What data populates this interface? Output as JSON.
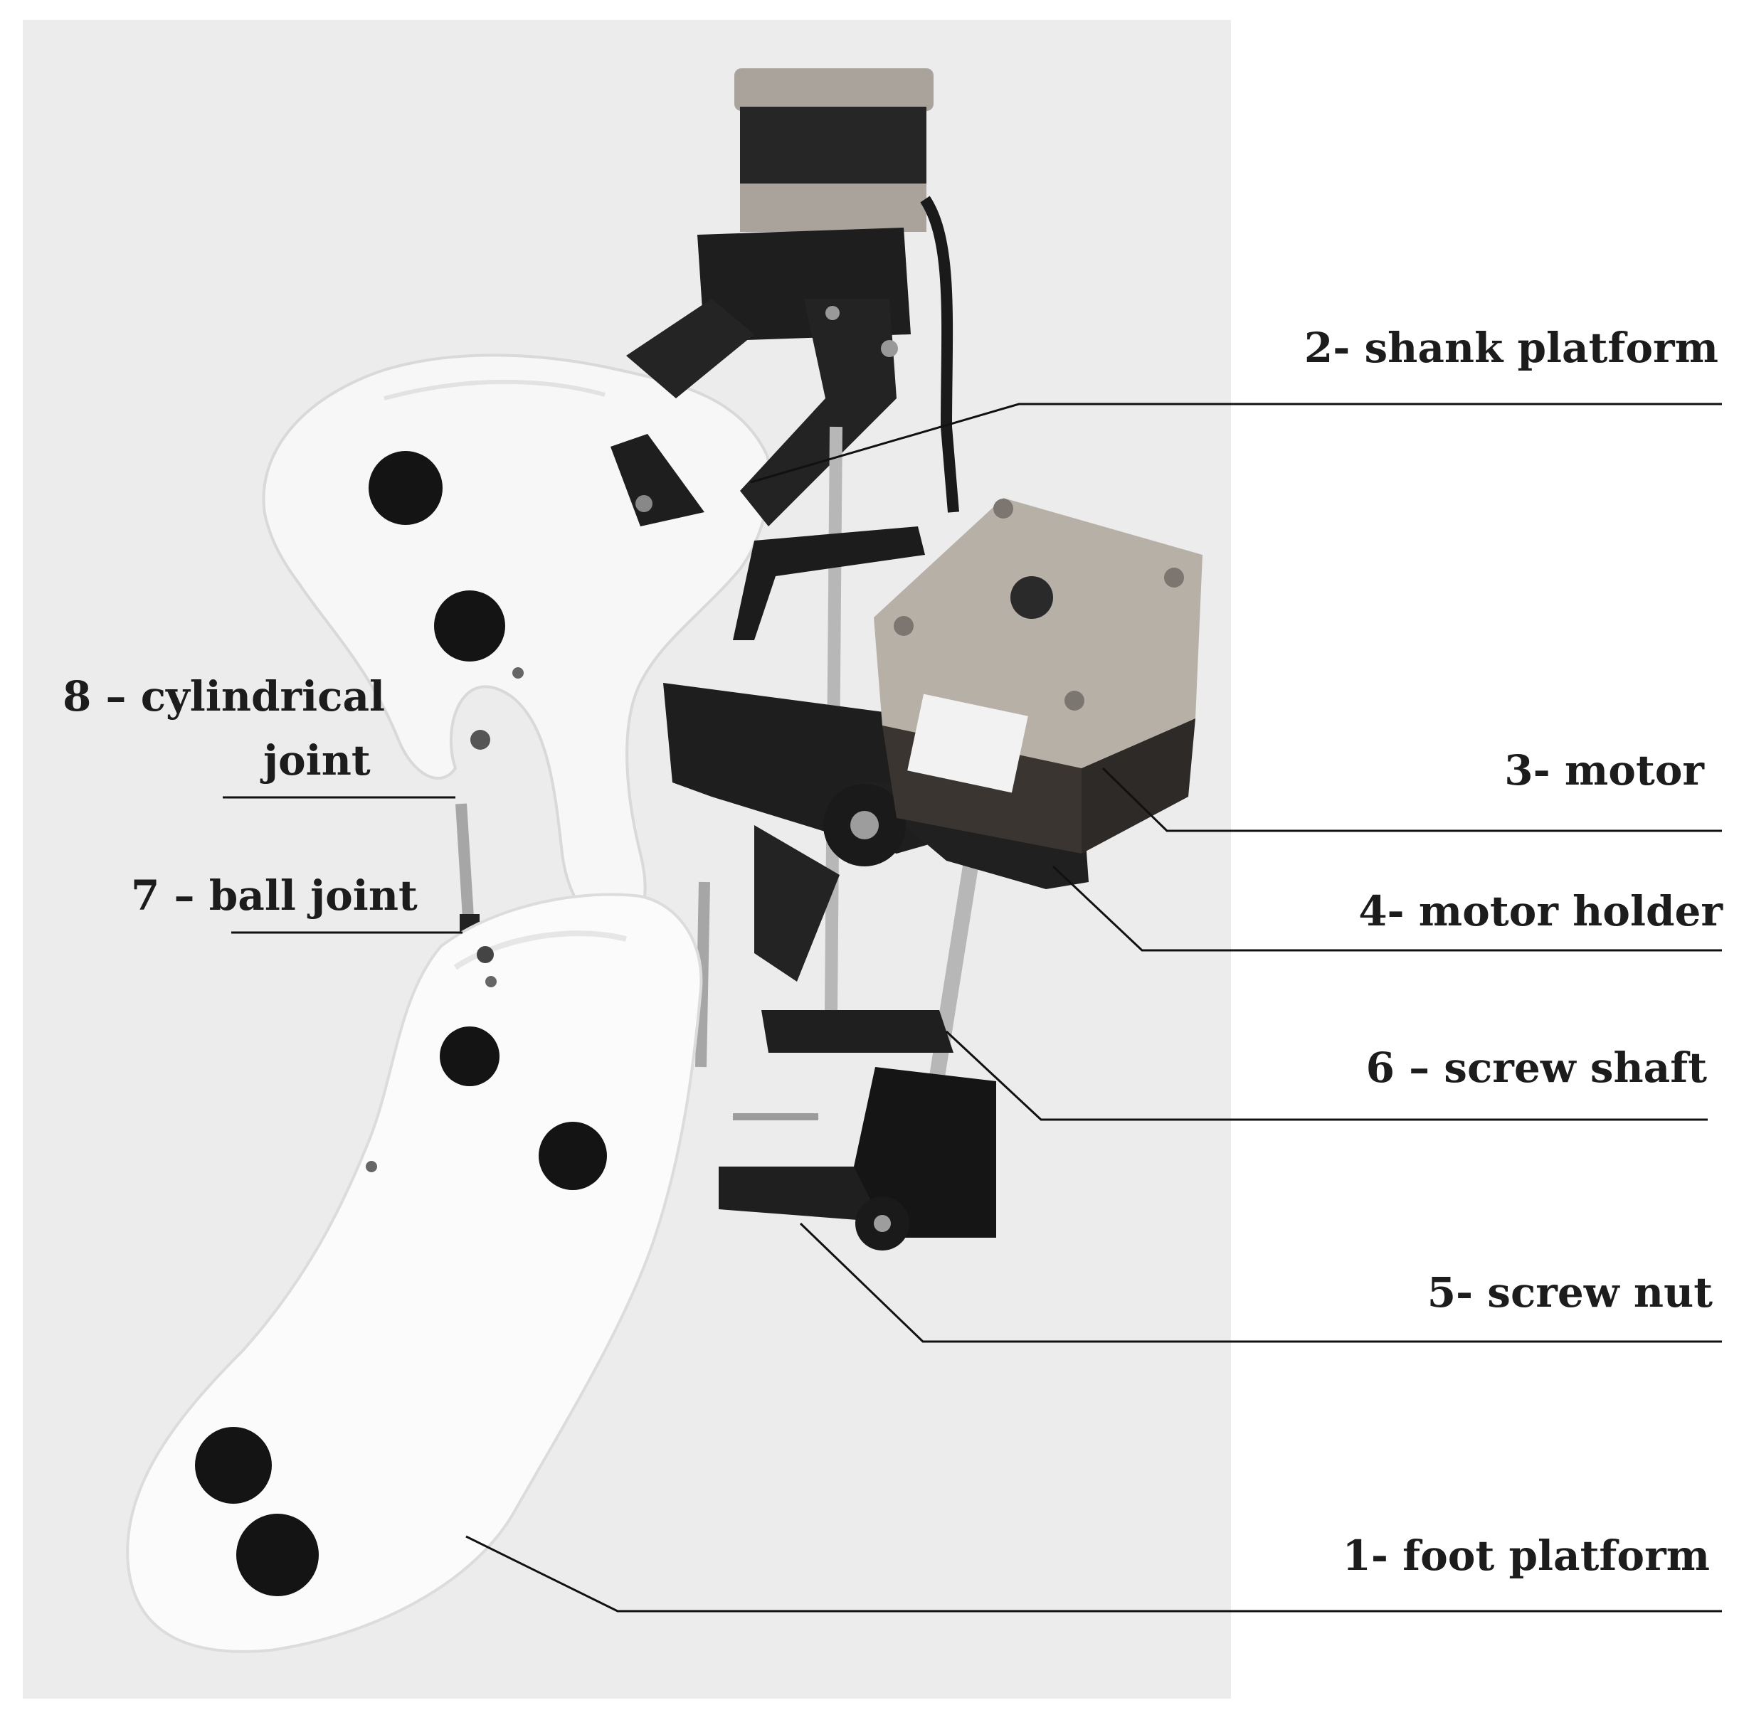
{
  "figure": {
    "colors": {
      "background_panel": "#ececec",
      "foot_shell": "#fbfbfb",
      "marker": "#141414",
      "bracket": "#1e1e1e",
      "motor_metal": "#b8b2aa",
      "leader_line": "#111111"
    }
  },
  "labels": {
    "shank_platform": "2- shank platform",
    "motor": "3- motor",
    "motor_holder": "4- motor holder",
    "screw_shaft": "6 – screw shaft",
    "screw_nut": "5- screw nut",
    "foot_platform": "1- foot platform",
    "cylindrical_joint_line1": "8 – cylindrical",
    "cylindrical_joint_line2": "joint",
    "ball_joint": "7 – ball joint"
  }
}
